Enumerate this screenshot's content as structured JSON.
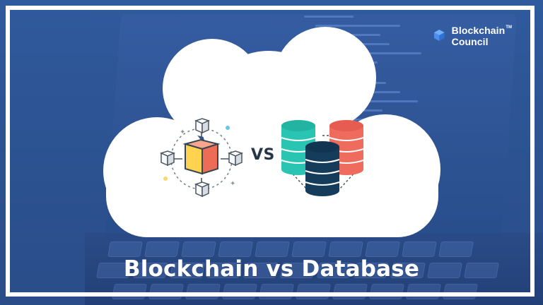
{
  "branding": {
    "line1": "Blockchain",
    "line2": "Council",
    "trademark": "TM"
  },
  "comparison": {
    "vs_text": "VS"
  },
  "caption": {
    "title": "Blockchain vs Database"
  },
  "palette": {
    "background": "#2f5696",
    "cloud": "#ffffff",
    "cube_yellow": "#ffd24f",
    "cube_orange": "#ee6b55",
    "database_teal": "#29c5b2",
    "database_red": "#ef6b5d",
    "database_navy": "#163c5c",
    "logo_blue": "#4f8ef0"
  }
}
